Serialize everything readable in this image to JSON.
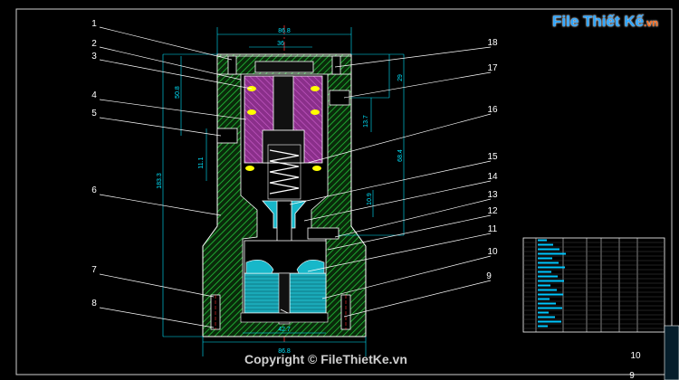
{
  "watermark": {
    "logo_main": "File Thiết Kế",
    "logo_suffix": ".vn",
    "copyright": "Copyright © FileThietKe.vn"
  },
  "part_labels": [
    "1",
    "2",
    "3",
    "4",
    "5",
    "6",
    "7",
    "8",
    "9",
    "10",
    "11",
    "12",
    "13",
    "14",
    "15",
    "16",
    "17",
    "18"
  ],
  "dimensions": {
    "top_width": "86.8",
    "inner_width": "36",
    "bottom_inner": "42.7",
    "bottom_width": "86.8",
    "left_small": "50.8",
    "left_total": "183.3",
    "left_mid": "11.1",
    "right_top": "29",
    "right_small": "13.7",
    "right_mid": "68.4",
    "right_lower": "10.9"
  },
  "table_labels": {
    "row_a": "10",
    "row_b": "9"
  },
  "colors": {
    "background": "#000000",
    "body_hatch": "#22c33a",
    "piston": "#b04ab0",
    "seal": "#ffff00",
    "insert": "#17b7c9",
    "dimension": "#00e5ff",
    "leader": "#ffffff"
  }
}
